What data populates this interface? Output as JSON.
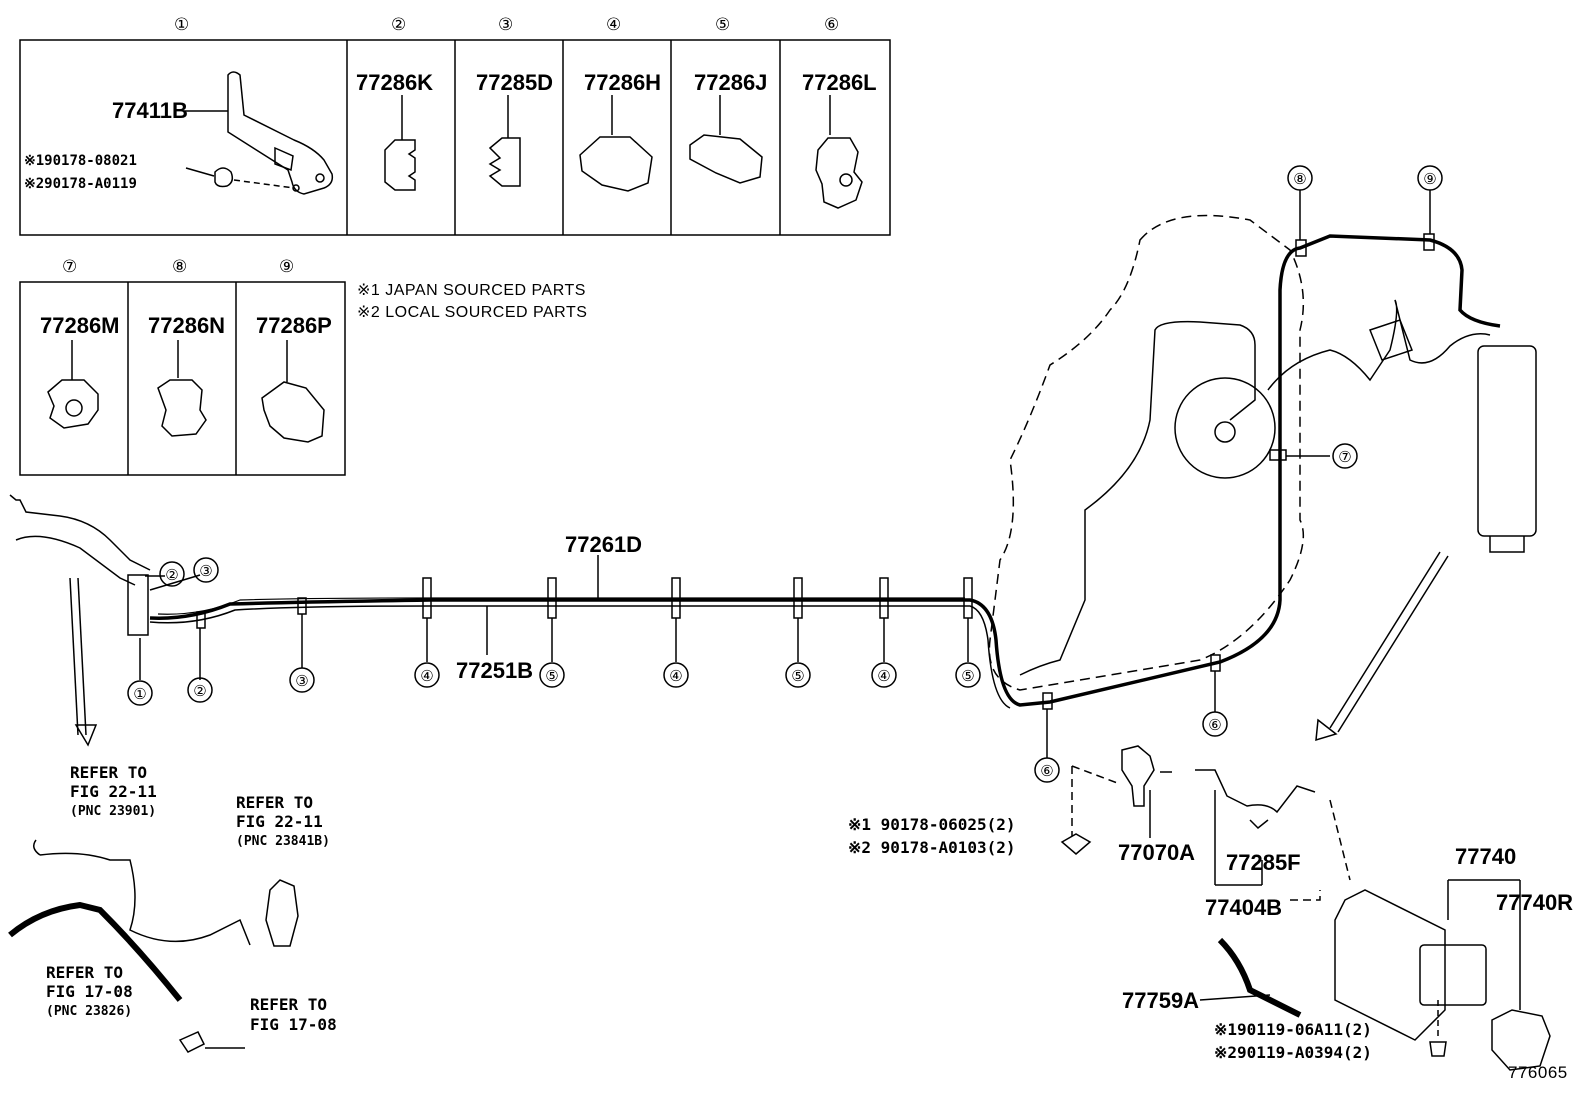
{
  "header_boxes": [
    {
      "num": "①",
      "part": "77411B"
    },
    {
      "num": "②",
      "part": "77286K"
    },
    {
      "num": "③",
      "part": "77285D"
    },
    {
      "num": "④",
      "part": "77286H"
    },
    {
      "num": "⑤",
      "part": "77286J"
    },
    {
      "num": "⑥",
      "part": "77286L"
    },
    {
      "num": "⑦",
      "part": "77286M"
    },
    {
      "num": "⑧",
      "part": "77286N"
    },
    {
      "num": "⑨",
      "part": "77286P"
    }
  ],
  "box1_codes": [
    "※190178-08021",
    "※290178-A0119"
  ],
  "notes": [
    "※1 JAPAN SOURCED PARTS",
    "※2 LOCAL SOURCED PARTS"
  ],
  "parts": {
    "tube_upper": "77261D",
    "tube_lower": "77251B",
    "valve": "77070A",
    "clamp": "77285F",
    "hose_assy": "77404B",
    "canister": "77740",
    "canister_r": "77740R",
    "hose": "77759A"
  },
  "clamp_markers": [
    "①",
    "②",
    "③",
    "④",
    "⑤",
    "④",
    "⑤",
    "④",
    "⑤",
    "⑥",
    "⑥",
    "⑦",
    "⑧",
    "⑨"
  ],
  "fastener_codes_1": [
    "※1 90178-06025(2)",
    "※2 90178-A0103(2)"
  ],
  "fastener_codes_2": [
    "※190119-06A11(2)",
    "※290119-A0394(2)"
  ],
  "refer": [
    {
      "line1": "REFER TO",
      "line2": "FIG 22-11",
      "line3": "(PNC 23901)"
    },
    {
      "line1": "REFER TO",
      "line2": "FIG 22-11",
      "line3": "(PNC 23841B)"
    },
    {
      "line1": "REFER TO",
      "line2": "FIG 17-08",
      "line3": "(PNC 23826)"
    },
    {
      "line1": "REFER TO",
      "line2": "FIG 17-08",
      "line3": ""
    }
  ],
  "figure_id": "776065"
}
